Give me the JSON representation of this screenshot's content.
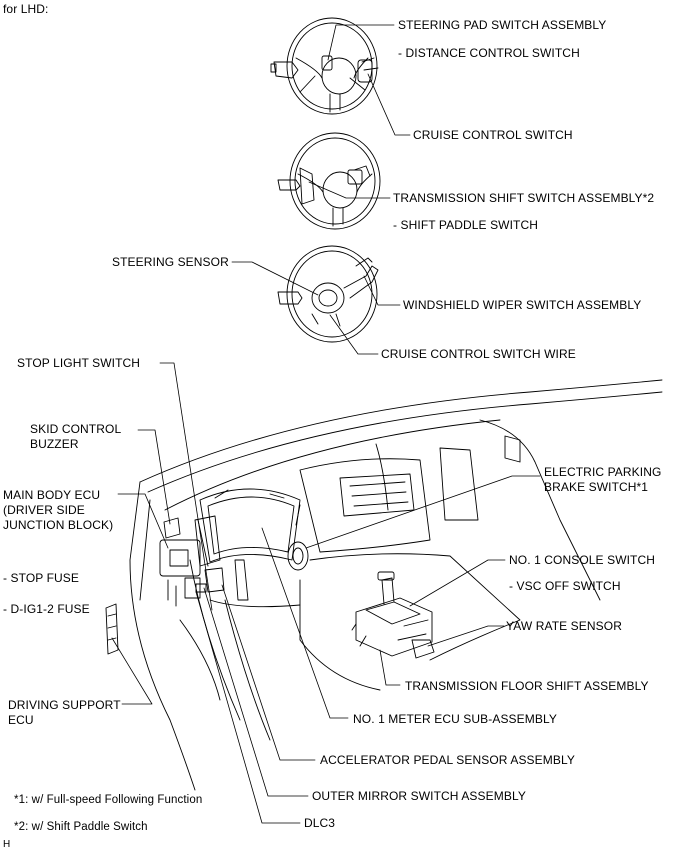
{
  "header": "for LHD:",
  "footer_code": "H",
  "labels": {
    "steering_pad": "STEERING PAD SWITCH ASSEMBLY",
    "distance_control": "- DISTANCE CONTROL SWITCH",
    "cruise_control_switch": "CRUISE CONTROL SWITCH",
    "transmission_shift_switch": "TRANSMISSION SHIFT SWITCH ASSEMBLY*2",
    "shift_paddle": "- SHIFT PADDLE SWITCH",
    "steering_sensor": "STEERING SENSOR",
    "windshield_wiper": "WINDSHIELD WIPER SWITCH ASSEMBLY",
    "cruise_control_wire": "CRUISE CONTROL SWITCH WIRE",
    "stop_light_switch": "STOP LIGHT SWITCH",
    "skid_control_buzzer": "SKID CONTROL\nBUZZER",
    "main_body_ecu": "MAIN BODY ECU\n(DRIVER SIDE\nJUNCTION BLOCK)",
    "stop_fuse": "- STOP FUSE",
    "dig12_fuse": "- D-IG1-2 FUSE",
    "driving_support_ecu": "DRIVING SUPPORT\nECU",
    "electric_parking_brake": "ELECTRIC PARKING\nBRAKE SWITCH*1",
    "console_switch": "NO. 1 CONSOLE SWITCH",
    "vsc_off": "- VSC OFF SWITCH",
    "yaw_rate_sensor": "YAW RATE SENSOR",
    "transmission_floor_shift": "TRANSMISSION FLOOR SHIFT ASSEMBLY",
    "meter_ecu": "NO. 1 METER ECU SUB-ASSEMBLY",
    "accelerator_pedal": "ACCELERATOR PEDAL SENSOR ASSEMBLY",
    "outer_mirror": "OUTER MIRROR SWITCH ASSEMBLY",
    "dlc3": "DLC3"
  },
  "footnotes": {
    "note1": "*1: w/ Full-speed Following Function",
    "note2": "*2: w/ Shift Paddle Switch"
  }
}
